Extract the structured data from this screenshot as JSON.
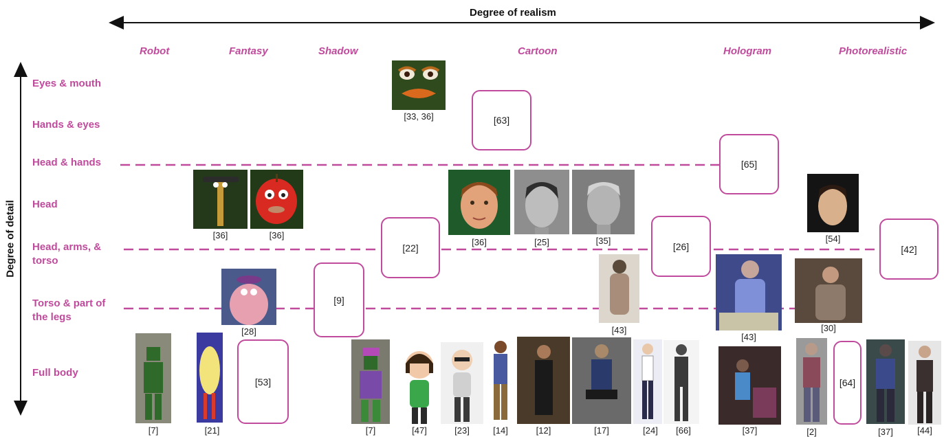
{
  "axes": {
    "x_title": "Degree of realism",
    "y_title": "Degree of detail"
  },
  "categories": [
    "Robot",
    "Fantasy",
    "Shadow",
    "Cartoon",
    "Hologram",
    "Photorealistic"
  ],
  "rows": [
    "Eyes & mouth",
    "Hands & eyes",
    "Head & hands",
    "Head",
    "Head, arms, & torso",
    "Torso & part of the legs",
    "Full body"
  ],
  "citations": [
    {
      "id": "c1",
      "text": "[33, 36]"
    },
    {
      "id": "c2",
      "text": "[36]"
    },
    {
      "id": "c3",
      "text": "[36]"
    },
    {
      "id": "c4",
      "text": "[36]"
    },
    {
      "id": "c5",
      "text": "[25]"
    },
    {
      "id": "c6",
      "text": "[35]"
    },
    {
      "id": "c7",
      "text": "[54]"
    },
    {
      "id": "c8",
      "text": "[28]"
    },
    {
      "id": "c9",
      "text": "[43]"
    },
    {
      "id": "c10",
      "text": "[43]"
    },
    {
      "id": "c11",
      "text": "[30]"
    },
    {
      "id": "c12",
      "text": "[7]"
    },
    {
      "id": "c13",
      "text": "[21]"
    },
    {
      "id": "c14",
      "text": "[7]"
    },
    {
      "id": "c15",
      "text": "[47]"
    },
    {
      "id": "c16",
      "text": "[23]"
    },
    {
      "id": "c17",
      "text": "[14]"
    },
    {
      "id": "c18",
      "text": "[12]"
    },
    {
      "id": "c19",
      "text": "[17]"
    },
    {
      "id": "c20",
      "text": "[24]"
    },
    {
      "id": "c21",
      "text": "[66]"
    },
    {
      "id": "c22",
      "text": "[37]"
    },
    {
      "id": "c23",
      "text": "[2]"
    },
    {
      "id": "c24",
      "text": "[37]"
    },
    {
      "id": "c25",
      "text": "[44]"
    }
  ],
  "ref_boxes": [
    {
      "id": "b1",
      "text": "[63]"
    },
    {
      "id": "b2",
      "text": "[65]"
    },
    {
      "id": "b3",
      "text": "[22]"
    },
    {
      "id": "b4",
      "text": "[26]"
    },
    {
      "id": "b5",
      "text": "[42]"
    },
    {
      "id": "b6",
      "text": "[9]"
    },
    {
      "id": "b7",
      "text": "[53]"
    },
    {
      "id": "b8",
      "text": "[64]"
    }
  ],
  "colors": {
    "accent": "#c04a9c",
    "axis": "#111111"
  }
}
